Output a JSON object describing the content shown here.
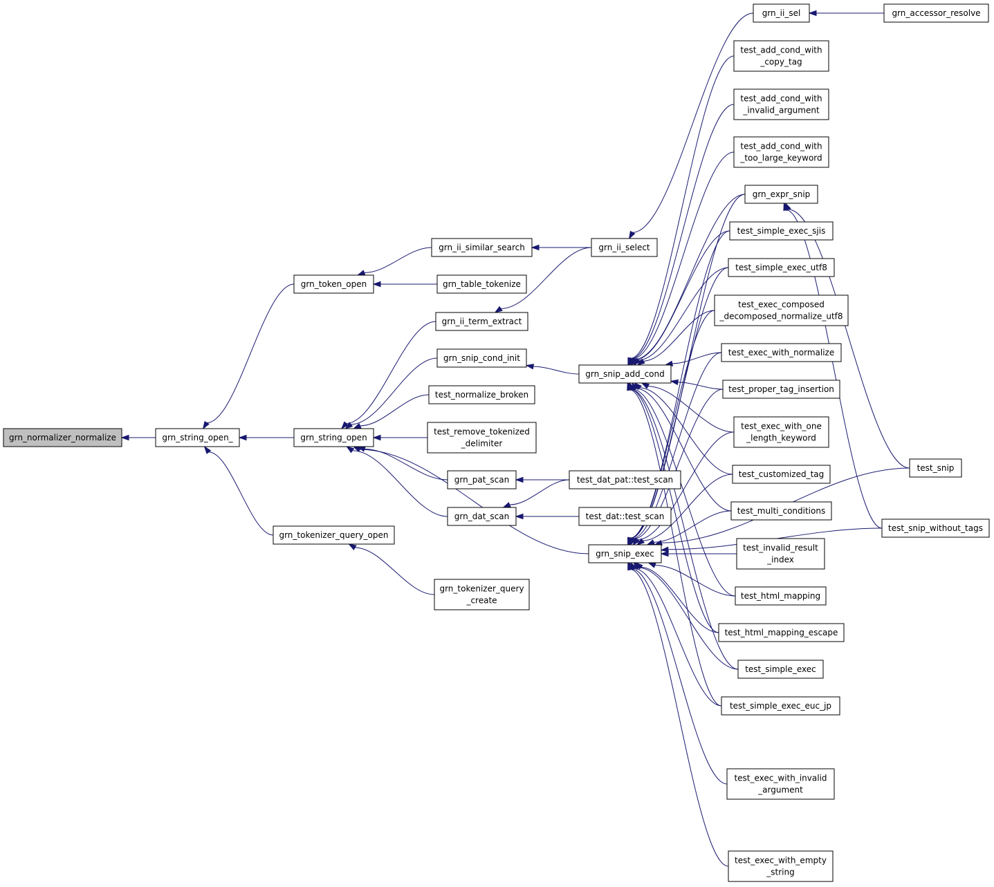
{
  "diagram": {
    "colors": {
      "edge": "#191970",
      "node_border": "#000000",
      "root_fill": "#bfbfbf",
      "node_fill": "#ffffff"
    },
    "nodes": [
      {
        "id": "normalizer_normalize",
        "lines": [
          "grn_normalizer_normalize"
        ],
        "root": true
      },
      {
        "id": "string_open_",
        "lines": [
          "grn_string_open_"
        ]
      },
      {
        "id": "token_open",
        "lines": [
          "grn_token_open"
        ]
      },
      {
        "id": "string_open",
        "lines": [
          "grn_string_open"
        ]
      },
      {
        "id": "tokenizer_query_open",
        "lines": [
          "grn_tokenizer_query_open"
        ]
      },
      {
        "id": "ii_similar_search",
        "lines": [
          "grn_ii_similar_search"
        ]
      },
      {
        "id": "table_tokenize",
        "lines": [
          "grn_table_tokenize"
        ]
      },
      {
        "id": "ii_term_extract",
        "lines": [
          "grn_ii_term_extract"
        ]
      },
      {
        "id": "snip_cond_init",
        "lines": [
          "grn_snip_cond_init"
        ]
      },
      {
        "id": "test_normalize_broken",
        "lines": [
          "test_normalize_broken"
        ]
      },
      {
        "id": "test_remove_tokenized_delimiter",
        "lines": [
          "test_remove_tokenized",
          "_delimiter"
        ]
      },
      {
        "id": "pat_scan",
        "lines": [
          "grn_pat_scan"
        ]
      },
      {
        "id": "dat_scan",
        "lines": [
          "grn_dat_scan"
        ]
      },
      {
        "id": "tokenizer_query_create",
        "lines": [
          "grn_tokenizer_query",
          "_create"
        ]
      },
      {
        "id": "ii_select",
        "lines": [
          "grn_ii_select"
        ]
      },
      {
        "id": "snip_add_cond",
        "lines": [
          "grn_snip_add_cond"
        ]
      },
      {
        "id": "test_dat_pat_scan",
        "lines": [
          "test_dat_pat::test_scan"
        ]
      },
      {
        "id": "test_dat_scan",
        "lines": [
          "test_dat::test_scan"
        ]
      },
      {
        "id": "snip_exec",
        "lines": [
          "grn_snip_exec"
        ]
      },
      {
        "id": "ii_sel",
        "lines": [
          "grn_ii_sel"
        ]
      },
      {
        "id": "accessor_resolve",
        "lines": [
          "grn_accessor_resolve"
        ]
      },
      {
        "id": "t_copy_tag",
        "lines": [
          "test_add_cond_with",
          "_copy_tag"
        ]
      },
      {
        "id": "t_invalid_arg",
        "lines": [
          "test_add_cond_with",
          "_invalid_argument"
        ]
      },
      {
        "id": "t_too_large",
        "lines": [
          "test_add_cond_with",
          "_too_large_keyword"
        ]
      },
      {
        "id": "expr_snip",
        "lines": [
          "grn_expr_snip"
        ]
      },
      {
        "id": "t_sjis",
        "lines": [
          "test_simple_exec_sjis"
        ]
      },
      {
        "id": "t_utf8",
        "lines": [
          "test_simple_exec_utf8"
        ]
      },
      {
        "id": "t_composed",
        "lines": [
          "test_exec_composed",
          "_decomposed_normalize_utf8"
        ]
      },
      {
        "id": "t_with_normalize",
        "lines": [
          "test_exec_with_normalize"
        ]
      },
      {
        "id": "t_proper_tag",
        "lines": [
          "test_proper_tag_insertion"
        ]
      },
      {
        "id": "t_one_length",
        "lines": [
          "test_exec_with_one",
          "_length_keyword"
        ]
      },
      {
        "id": "t_customized",
        "lines": [
          "test_customized_tag"
        ]
      },
      {
        "id": "t_multi",
        "lines": [
          "test_multi_conditions"
        ]
      },
      {
        "id": "t_invalid_result",
        "lines": [
          "test_invalid_result",
          "_index"
        ]
      },
      {
        "id": "t_html_mapping",
        "lines": [
          "test_html_mapping"
        ]
      },
      {
        "id": "t_html_escape",
        "lines": [
          "test_html_mapping_escape"
        ]
      },
      {
        "id": "t_simple_exec",
        "lines": [
          "test_simple_exec"
        ]
      },
      {
        "id": "t_euc_jp",
        "lines": [
          "test_simple_exec_euc_jp"
        ]
      },
      {
        "id": "t_invalid_argument",
        "lines": [
          "test_exec_with_invalid",
          "_argument"
        ]
      },
      {
        "id": "t_empty_string",
        "lines": [
          "test_exec_with_empty",
          "_string"
        ]
      },
      {
        "id": "test_snip",
        "lines": [
          "test_snip"
        ]
      },
      {
        "id": "test_snip_without_tags",
        "lines": [
          "test_snip_without_tags"
        ]
      }
    ],
    "edges": [
      {
        "from": "string_open_",
        "to": "normalizer_normalize"
      },
      {
        "from": "token_open",
        "to": "string_open_"
      },
      {
        "from": "string_open",
        "to": "string_open_"
      },
      {
        "from": "tokenizer_query_open",
        "to": "string_open_"
      },
      {
        "from": "ii_similar_search",
        "to": "token_open"
      },
      {
        "from": "table_tokenize",
        "to": "token_open"
      },
      {
        "from": "ii_term_extract",
        "to": "string_open"
      },
      {
        "from": "snip_cond_init",
        "to": "string_open"
      },
      {
        "from": "test_normalize_broken",
        "to": "string_open"
      },
      {
        "from": "test_remove_tokenized_delimiter",
        "to": "string_open"
      },
      {
        "from": "pat_scan",
        "to": "string_open"
      },
      {
        "from": "dat_scan",
        "to": "string_open"
      },
      {
        "from": "snip_exec",
        "to": "string_open"
      },
      {
        "from": "tokenizer_query_create",
        "to": "tokenizer_query_open"
      },
      {
        "from": "ii_select",
        "to": "ii_similar_search"
      },
      {
        "from": "ii_select",
        "to": "ii_term_extract"
      },
      {
        "from": "snip_add_cond",
        "to": "snip_cond_init"
      },
      {
        "from": "test_dat_pat_scan",
        "to": "pat_scan"
      },
      {
        "from": "test_dat_pat_scan",
        "to": "dat_scan"
      },
      {
        "from": "test_dat_scan",
        "to": "dat_scan"
      },
      {
        "from": "ii_sel",
        "to": "ii_select"
      },
      {
        "from": "accessor_resolve",
        "to": "ii_sel"
      },
      {
        "from": "t_copy_tag",
        "to": "snip_add_cond"
      },
      {
        "from": "t_invalid_arg",
        "to": "snip_add_cond"
      },
      {
        "from": "t_too_large",
        "to": "snip_add_cond"
      },
      {
        "from": "expr_snip",
        "to": "snip_add_cond"
      },
      {
        "from": "t_sjis",
        "to": "snip_add_cond"
      },
      {
        "from": "t_utf8",
        "to": "snip_add_cond"
      },
      {
        "from": "t_composed",
        "to": "snip_add_cond"
      },
      {
        "from": "t_with_normalize",
        "to": "snip_add_cond"
      },
      {
        "from": "t_proper_tag",
        "to": "snip_add_cond"
      },
      {
        "from": "t_one_length",
        "to": "snip_add_cond"
      },
      {
        "from": "t_customized",
        "to": "snip_add_cond"
      },
      {
        "from": "t_multi",
        "to": "snip_add_cond"
      },
      {
        "from": "t_html_mapping",
        "to": "snip_add_cond"
      },
      {
        "from": "t_html_escape",
        "to": "snip_add_cond"
      },
      {
        "from": "t_simple_exec",
        "to": "snip_add_cond"
      },
      {
        "from": "t_euc_jp",
        "to": "snip_add_cond"
      },
      {
        "from": "expr_snip",
        "to": "snip_exec"
      },
      {
        "from": "t_sjis",
        "to": "snip_exec"
      },
      {
        "from": "t_utf8",
        "to": "snip_exec"
      },
      {
        "from": "t_composed",
        "to": "snip_exec"
      },
      {
        "from": "t_with_normalize",
        "to": "snip_exec"
      },
      {
        "from": "t_proper_tag",
        "to": "snip_exec"
      },
      {
        "from": "t_one_length",
        "to": "snip_exec"
      },
      {
        "from": "t_customized",
        "to": "snip_exec"
      },
      {
        "from": "t_multi",
        "to": "snip_exec"
      },
      {
        "from": "t_invalid_result",
        "to": "snip_exec"
      },
      {
        "from": "t_html_mapping",
        "to": "snip_exec"
      },
      {
        "from": "t_html_escape",
        "to": "snip_exec"
      },
      {
        "from": "t_simple_exec",
        "to": "snip_exec"
      },
      {
        "from": "t_euc_jp",
        "to": "snip_exec"
      },
      {
        "from": "t_invalid_argument",
        "to": "snip_exec"
      },
      {
        "from": "t_empty_string",
        "to": "snip_exec"
      },
      {
        "from": "test_snip",
        "to": "snip_exec"
      },
      {
        "from": "test_snip_without_tags",
        "to": "snip_exec"
      },
      {
        "from": "test_snip",
        "to": "expr_snip"
      },
      {
        "from": "test_snip_without_tags",
        "to": "expr_snip"
      }
    ]
  }
}
